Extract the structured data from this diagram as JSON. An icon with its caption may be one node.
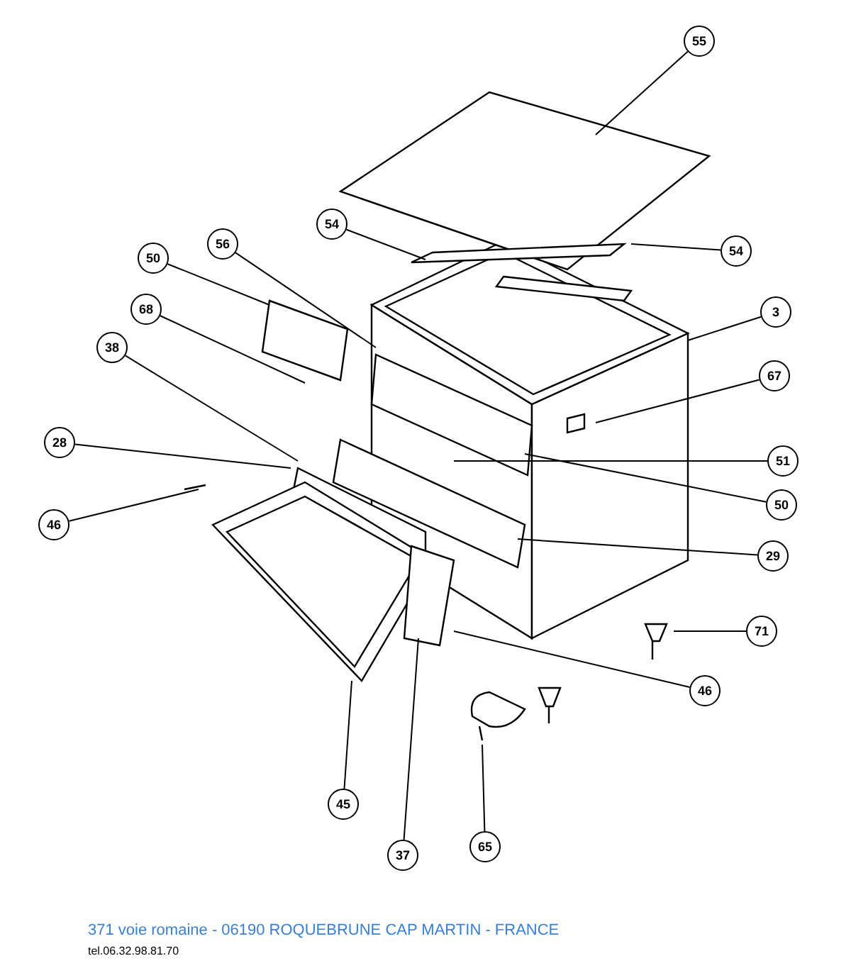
{
  "diagram": {
    "nodes": [
      {
        "text": [
          "55"
        ]
      },
      {
        "text": [
          "54"
        ]
      },
      {
        "text": [
          "56"
        ]
      },
      {
        "text": [
          "54"
        ]
      },
      {
        "text": [
          "50"
        ]
      },
      {
        "text": [
          "68"
        ]
      },
      {
        "text": [
          "3"
        ]
      },
      {
        "text": [
          "38"
        ]
      },
      {
        "text": [
          "67"
        ]
      },
      {
        "text": [
          "28"
        ]
      },
      {
        "text": [
          "51"
        ]
      },
      {
        "text": [
          "50"
        ]
      },
      {
        "text": [
          "46"
        ]
      },
      {
        "text": [
          "29"
        ]
      },
      {
        "text": [
          "71"
        ]
      },
      {
        "text": [
          "46"
        ]
      },
      {
        "text": [
          "45"
        ]
      },
      {
        "text": [
          "65"
        ]
      },
      {
        "text": [
          "37"
        ]
      }
    ],
    "edges": [
      {
        "from": 0,
        "to": null,
        "arrow": "none"
      },
      {
        "from": 1,
        "to": null,
        "arrow": "none"
      },
      {
        "from": 2,
        "to": null,
        "arrow": "none"
      },
      {
        "from": 3,
        "to": null,
        "arrow": "none"
      },
      {
        "from": 4,
        "to": null,
        "arrow": "none"
      },
      {
        "from": 5,
        "to": null,
        "arrow": "none"
      },
      {
        "from": 6,
        "to": null,
        "arrow": "none"
      },
      {
        "from": 7,
        "to": null,
        "arrow": "none"
      },
      {
        "from": 8,
        "to": null,
        "arrow": "none"
      },
      {
        "from": 9,
        "to": null,
        "arrow": "none"
      },
      {
        "from": 10,
        "to": null,
        "arrow": "none"
      },
      {
        "from": 11,
        "to": null,
        "arrow": "none"
      },
      {
        "from": 12,
        "to": null,
        "arrow": "none"
      },
      {
        "from": 13,
        "to": null,
        "arrow": "none"
      },
      {
        "from": 14,
        "to": null,
        "arrow": "none"
      },
      {
        "from": 15,
        "to": null,
        "arrow": "none"
      },
      {
        "from": 16,
        "to": null,
        "arrow": "none"
      },
      {
        "from": 17,
        "to": null,
        "arrow": "none"
      },
      {
        "from": 18,
        "to": null,
        "arrow": "none"
      }
    ],
    "labels": [
      "371 voie romaine - 06190 ROQUEBRUNE CAP MARTIN - FRANCE",
      "tel.06.32.98.81.70"
    ]
  }
}
